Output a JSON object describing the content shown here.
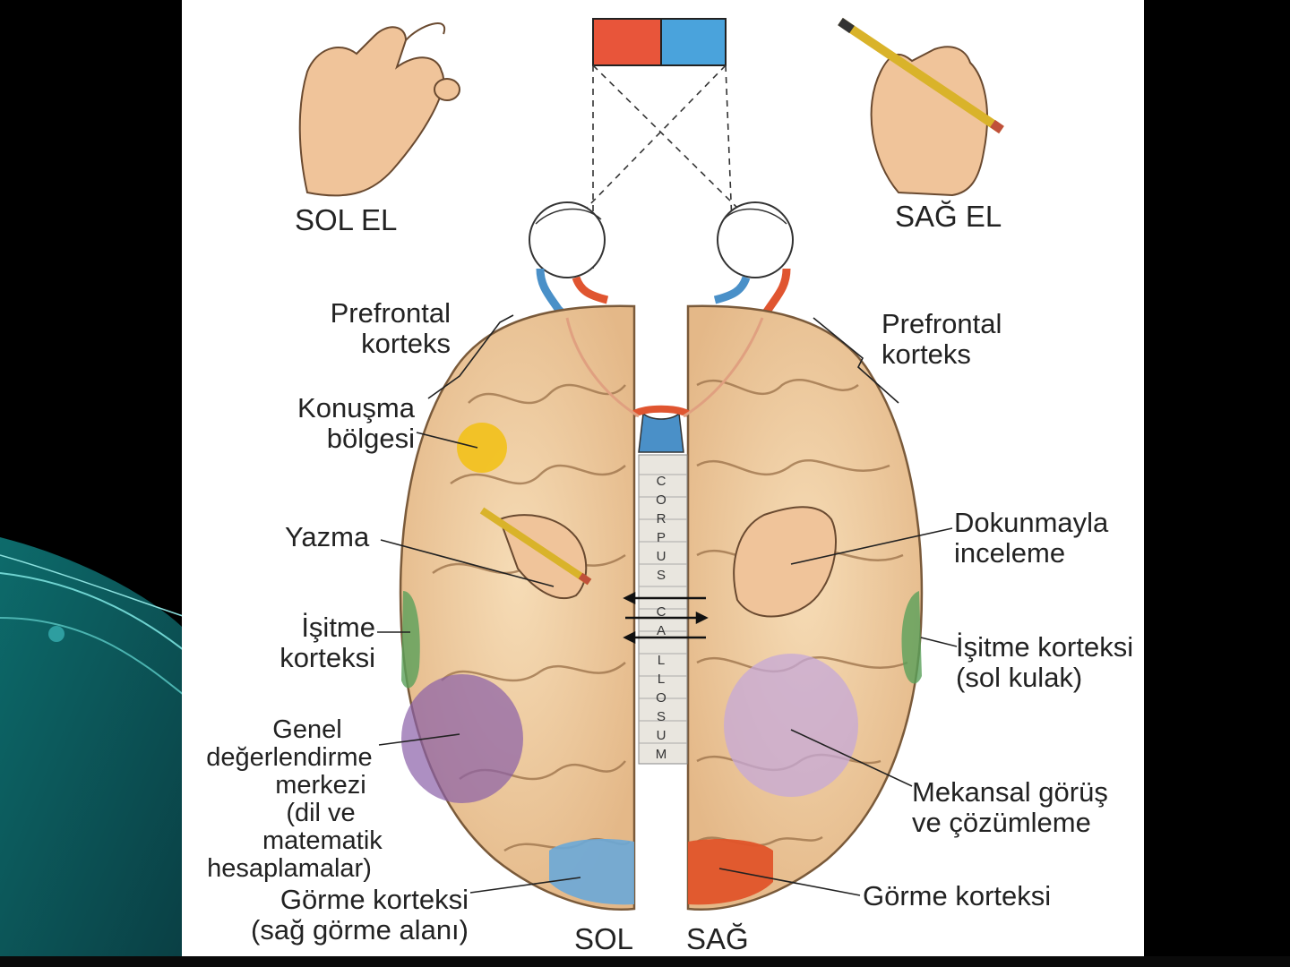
{
  "diagram": {
    "hands": {
      "left_hand": "SOL EL",
      "right_hand": "SAĞ EL"
    },
    "visual_field_colors": {
      "left_field": "#e8553a",
      "right_field": "#4aa3dc"
    },
    "left_labels": {
      "prefrontal": [
        "Prefrontal",
        "korteks"
      ],
      "speech": [
        "Konuşma",
        "bölgesi"
      ],
      "writing": "Yazma",
      "auditory": [
        "İşitme",
        "korteksi"
      ],
      "general": [
        "Genel",
        "değerlendirme",
        "merkezi",
        "(dil ve",
        "matematik",
        "hesaplamalar)"
      ],
      "visual": [
        "Görme korteksi",
        "(sağ görme alanı)"
      ]
    },
    "right_labels": {
      "prefrontal": [
        "Prefrontal",
        "korteks"
      ],
      "touch": [
        "Dokunmayla",
        "inceleme"
      ],
      "auditory": [
        "İşitme korteksi",
        "(sol kulak)"
      ],
      "spatial": [
        "Mekansal görüş",
        "ve çözümleme"
      ],
      "visual": "Görme korteksi"
    },
    "corpus_callosum": [
      "C",
      "O",
      "R",
      "P",
      "U",
      "S",
      "C",
      "A",
      "L",
      "L",
      "O",
      "S",
      "U",
      "M"
    ],
    "bottom": {
      "left": "SOL",
      "right": "SAĞ"
    },
    "region_colors": {
      "speech": "#f2c11a",
      "auditory": "#5aa05a",
      "general": "#8a5fa8",
      "spatial": "#c5a8d8",
      "visual_left": "#6aa8d8",
      "visual_right": "#e0542a",
      "brain": "#f2d2a6"
    }
  }
}
